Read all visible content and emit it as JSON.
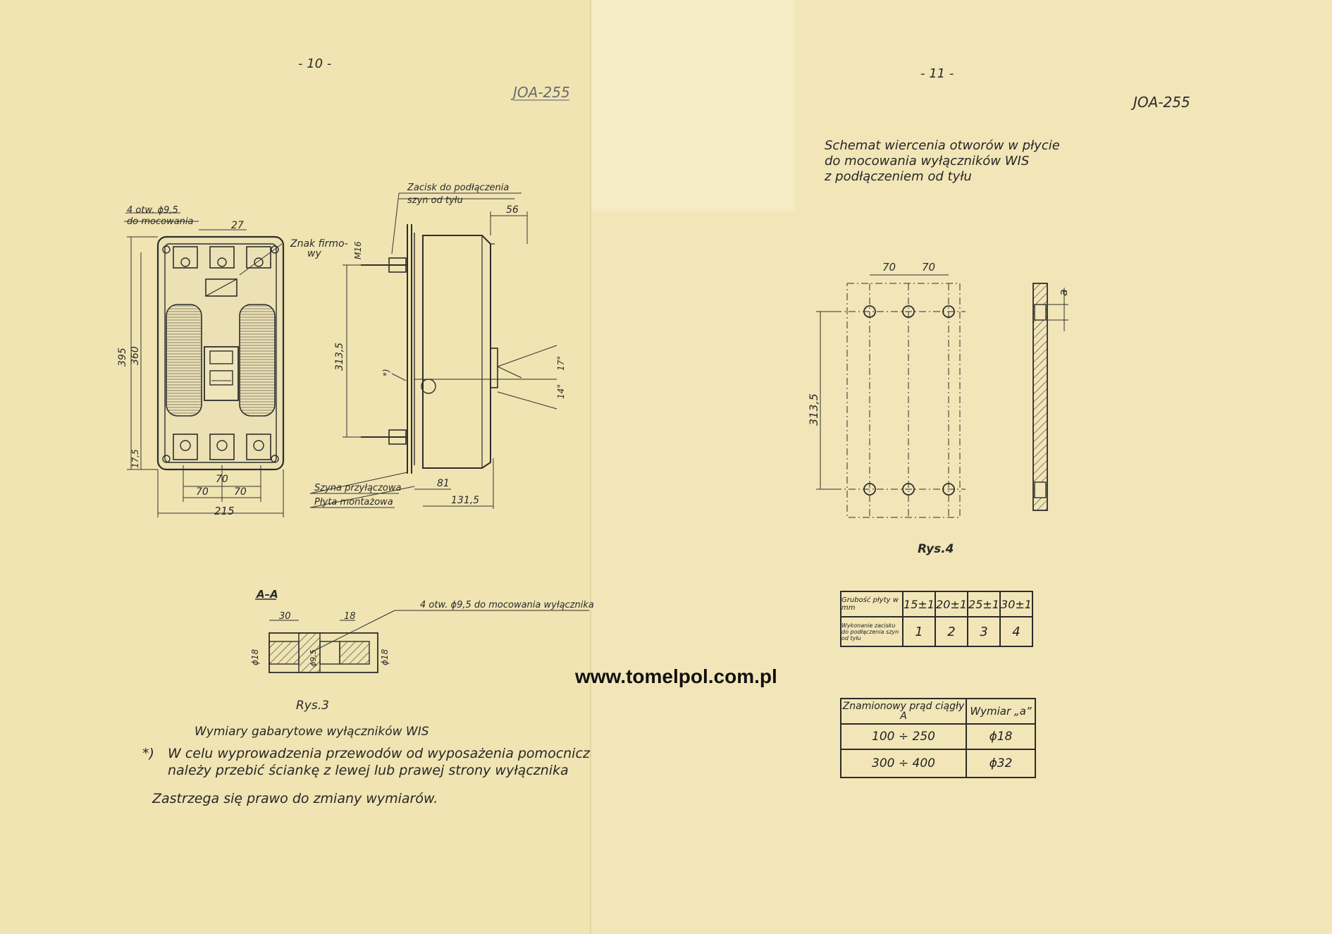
{
  "left_page": {
    "page_number": "- 10 -",
    "doc_code": "JOA-255",
    "labels": {
      "holes_line1": "4 otw. ϕ9,5",
      "holes_line2": "do mocowania",
      "dim_27": "27",
      "znak_firmowy_line1": "Znak firmo-",
      "znak_firmowy_line2": "wy",
      "clamp_line1": "Zacisk do podłączenia",
      "clamp_line2": "szyn od tyłu",
      "dim_56": "56",
      "dim_m16": "M16",
      "dim_395": "395",
      "dim_360": "360",
      "dim_17_5": "17,5",
      "dim_313_5": "313,5",
      "dim_70_center": "70",
      "dim_70_left": "70",
      "dim_70_right": "70",
      "dim_215": "215",
      "marker_star": "*)",
      "angle_17": "17°",
      "angle_14": "14°",
      "szyna": "Szyna przyłączowa",
      "plyta": "Płyta montażowa",
      "dim_81": "81",
      "dim_131_5": "131,5",
      "section_title": "A–A",
      "section_dim_30": "30",
      "section_dim_18": "18",
      "section_holes_note": "4 otw. ϕ9,5 do mocowania wyłącznika",
      "section_phi18_left": "ϕ18",
      "section_phi18_right": "ϕ18",
      "section_phi9": "ϕ9,5"
    },
    "figure_caption": "Rys.3",
    "title": "Wymiary gabarytowe wyłączników WIS",
    "note_marker": "*)",
    "note_line1": "W celu wyprowadzenia przewodów od wyposażenia pomocniczego",
    "note_line2": "należy przebić ściankę z lewej lub prawej strony wyłącznika",
    "reserve": "Zastrzega się prawo do zmiany wymiarów."
  },
  "right_page": {
    "page_number": "- 11 -",
    "doc_code": "JOA-255",
    "heading_line1": "Schemat wiercenia otworów w płycie",
    "heading_line2": "do mocowania wyłączników WIS",
    "heading_line3": "z podłączeniem od tyłu",
    "dim_70_a": "70",
    "dim_70_b": "70",
    "dim_313_5": "313,5",
    "dim_a": "a",
    "figure_caption": "Rys.4",
    "table1": {
      "header_label": "Grubość płyty w mm",
      "header_values": [
        "15±1",
        "20±1",
        "25±1",
        "30±1"
      ],
      "row_label": "Wykonanie zacisku do podłączenia szyn od tyłu",
      "row_values": [
        "1",
        "2",
        "3",
        "4"
      ]
    },
    "table2": {
      "col1_header": "Znamionowy prąd ciągły A",
      "col2_header": "Wymiar „a”",
      "rows": [
        {
          "current": "100 ÷ 250",
          "dim": "ϕ18"
        },
        {
          "current": "300 ÷ 400",
          "dim": "ϕ32"
        }
      ]
    }
  },
  "watermark_url": "www.tomelpol.com.pl"
}
